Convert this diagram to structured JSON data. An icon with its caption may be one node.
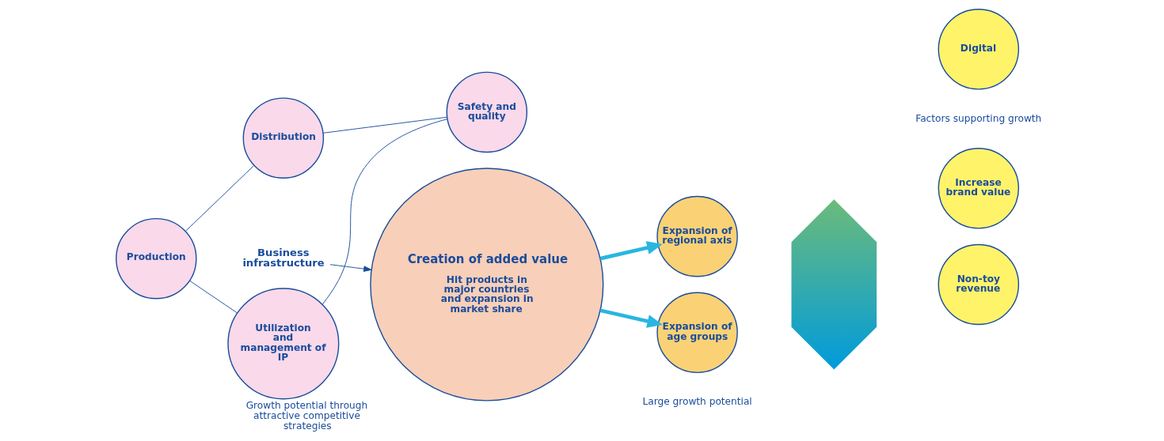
{
  "diagram": {
    "nodes": [
      {
        "text": [
          "Distribution"
        ]
      },
      {
        "text": [
          "Production"
        ]
      },
      {
        "text": [
          "Business infrastructure"
        ]
      },
      {
        "text": [
          "Safety and quality"
        ]
      },
      {
        "text": [
          "Utilization and management of IP"
        ]
      },
      {
        "text": [
          "Creation of added value",
          "Hit products in major countries and expansion in market share"
        ],
        "beside": [
          "Growth potential through attractive competitive strategies"
        ]
      },
      {
        "text": [
          "Expansion of regional axis"
        ]
      },
      {
        "text": [
          "Expansion of age groups"
        ]
      },
      {
        "text": [],
        "shape": "hexagon"
      },
      {
        "text": [
          "Increase brand value"
        ]
      },
      {
        "text": [
          "Non-toy revenue"
        ]
      },
      {
        "text": [
          "Digital"
        ]
      }
    ],
    "edges": [
      {
        "from": 0,
        "to": 3,
        "arrow": "none"
      },
      {
        "from": 3,
        "to": 4,
        "arrow": "none"
      },
      {
        "from": 4,
        "to": 1,
        "arrow": "none"
      },
      {
        "from": 1,
        "to": 0,
        "arrow": "none"
      },
      {
        "from": 2,
        "to": 5,
        "arrow": "to"
      },
      {
        "from": 5,
        "to": 6,
        "arrow": "to",
        "style": "thick",
        "color": "#29b6e0"
      },
      {
        "from": 5,
        "to": 7,
        "arrow": "to",
        "style": "thick",
        "color": "#29b6e0"
      }
    ],
    "labels": [
      "Large growth potential",
      "Factors supporting growth"
    ]
  }
}
